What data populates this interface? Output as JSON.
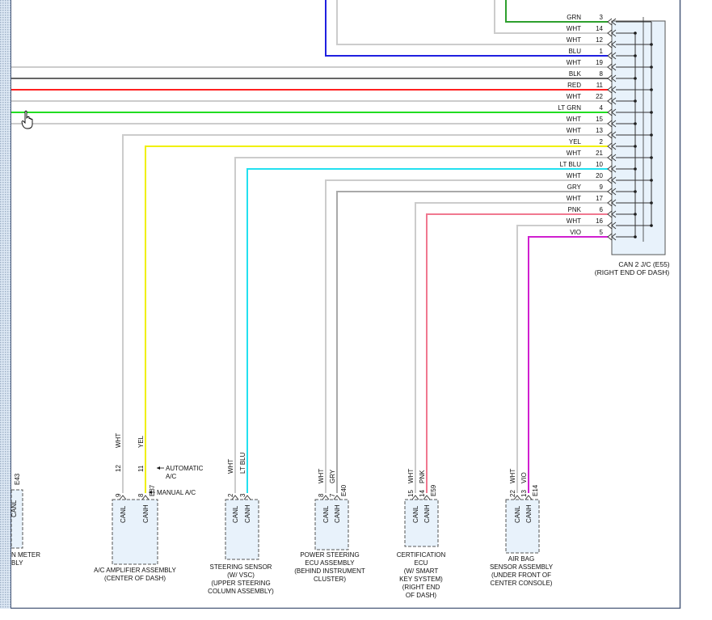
{
  "colors": {
    "GRN": "#2ea02e",
    "WHT": "#cccccc",
    "BLU": "#2020e0",
    "BLK": "#666666",
    "RED": "#ff2020",
    "LTGRN": "#22dd22",
    "YEL": "#f0f000",
    "LTBLU": "#22e0f0",
    "GRY": "#aaaaaa",
    "PNK": "#f07890",
    "VIO": "#d020d0",
    "connector_fill": "#e8f2fb",
    "frame": "#4a5a7a"
  },
  "junction": {
    "name_line1": "CAN 2 J/C (E55)",
    "name_line2": "(RIGHT END OF DASH)",
    "pins": [
      {
        "color": "GRN",
        "pin": "3"
      },
      {
        "color": "WHT",
        "pin": "14"
      },
      {
        "color": "WHT",
        "pin": "12"
      },
      {
        "color": "BLU",
        "pin": "1"
      },
      {
        "color": "WHT",
        "pin": "19"
      },
      {
        "color": "BLK",
        "pin": "8"
      },
      {
        "color": "RED",
        "pin": "11"
      },
      {
        "color": "WHT",
        "pin": "22"
      },
      {
        "color": "LT GRN",
        "pin": "4"
      },
      {
        "color": "WHT",
        "pin": "15"
      },
      {
        "color": "WHT",
        "pin": "13"
      },
      {
        "color": "YEL",
        "pin": "2"
      },
      {
        "color": "WHT",
        "pin": "21"
      },
      {
        "color": "LT BLU",
        "pin": "10"
      },
      {
        "color": "WHT",
        "pin": "20"
      },
      {
        "color": "GRY",
        "pin": "9"
      },
      {
        "color": "WHT",
        "pin": "17"
      },
      {
        "color": "PNK",
        "pin": "6"
      },
      {
        "color": "WHT",
        "pin": "16"
      },
      {
        "color": "VIO",
        "pin": "5"
      }
    ]
  },
  "components": [
    {
      "id": "meter",
      "connector": "E43",
      "lines": [
        "N METER",
        "BLY"
      ],
      "canl": "CANL",
      "canh": "",
      "pin_l": "",
      "pin_h": "",
      "wire_l": "",
      "wire_h": ""
    },
    {
      "id": "ac",
      "connector": "E37",
      "lines": [
        "A/C AMPLIFIER ASSEMBLY",
        "(CENTER OF DASH)"
      ],
      "canl": "CANL",
      "canh": "CANH",
      "pin_l": "9",
      "pin_h": "8",
      "pin_l_auto": "12",
      "pin_h_auto": "11",
      "wire_l": "WHT",
      "wire_h": "YEL",
      "note_auto_1": "AUTOMATIC",
      "note_auto_2": "A/C",
      "note_manual": "MANUAL A/C"
    },
    {
      "id": "steer",
      "connector": "",
      "lines": [
        "STEERING SENSOR",
        "(W/ VSC)",
        "(UPPER STEERING",
        "COLUMN ASSEMBLY)"
      ],
      "canl": "CANL",
      "canh": "CANH",
      "pin_l": "2",
      "pin_h": "3",
      "wire_l": "WHT",
      "wire_h": "LT BLU"
    },
    {
      "id": "ps",
      "connector": "E40",
      "lines": [
        "POWER STEERING",
        "ECU ASSEMBLY",
        "(BEHIND INSTRUMENT",
        "CLUSTER)"
      ],
      "canl": "CANL",
      "canh": "CANH",
      "pin_l": "8",
      "pin_h": "7",
      "wire_l": "WHT",
      "wire_h": "GRY"
    },
    {
      "id": "cert",
      "connector": "E59",
      "lines": [
        "CERTIFICATION",
        "ECU",
        "(W/ SMART",
        "KEY SYSTEM)",
        "(RIGHT END",
        "OF DASH)"
      ],
      "canl": "CANL",
      "canh": "CANH",
      "pin_l": "15",
      "pin_h": "14",
      "wire_l": "WHT",
      "wire_h": "PNK"
    },
    {
      "id": "airbag",
      "connector": "E14",
      "lines": [
        "AIR BAG",
        "SENSOR ASSEMBLY",
        "(UNDER FRONT OF",
        "CENTER CONSOLE)"
      ],
      "canl": "CANL",
      "canh": "CANH",
      "pin_l": "22",
      "pin_h": "13",
      "wire_l": "WHT",
      "wire_h": "VIO"
    }
  ]
}
